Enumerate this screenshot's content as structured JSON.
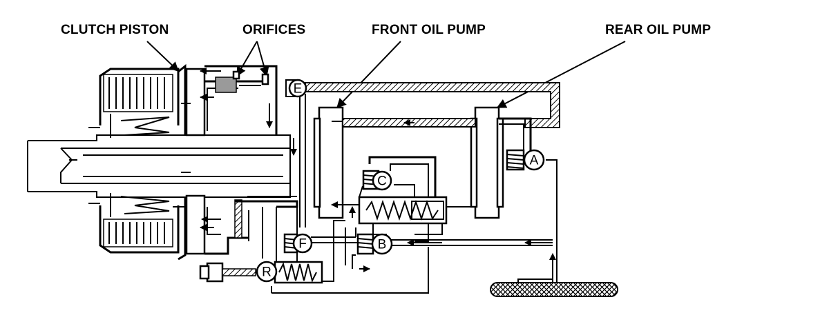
{
  "labels": {
    "clutch_piston": "CLUTCH PISTON",
    "orifices": "ORIFICES",
    "front_oil_pump": "FRONT OIL PUMP",
    "rear_oil_pump": "REAR OIL PUMP"
  },
  "valves": {
    "a": "A",
    "b": "B",
    "c": "C",
    "e": "E",
    "f": "F",
    "r": "R"
  }
}
